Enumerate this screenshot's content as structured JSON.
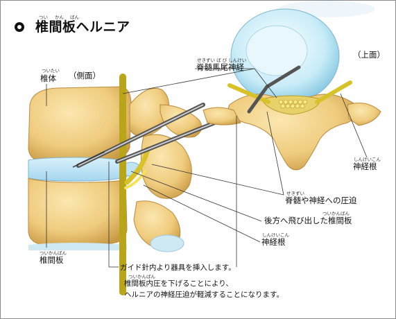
{
  "title": {
    "text": "椎間板ヘルニア",
    "ruby": [
      "つい",
      "かん",
      "ばん"
    ]
  },
  "labels": {
    "top_view": "（上面）",
    "side_view": "（側面）",
    "vertebral_body": {
      "text": "椎体",
      "ruby": "ついたい"
    },
    "cauda_equina": {
      "text": "脊髄馬尾神経",
      "ruby": "せきずい ば び しんけい"
    },
    "nerve_root_top": {
      "text": "神経根",
      "ruby": "しんけいこん"
    },
    "compression": {
      "text": "脊髄や神経への圧迫",
      "ruby": "せきずい"
    },
    "herniated_disc": {
      "text": "後方へ飛び出した椎間板",
      "ruby": "ついかんばん"
    },
    "nerve_root_side": {
      "text": "神経根",
      "ruby": "しんけいこん"
    },
    "disc": {
      "text": "椎間板",
      "ruby": "ついかんばん"
    }
  },
  "caption": {
    "line1": "ガイド針内より器具を挿入します。",
    "line2": "椎間板内圧を下げることにより、",
    "line2_ruby": "ついかんばん",
    "line3": "ヘルニアの神経圧迫が軽減することになります。"
  },
  "icons": {
    "bullet": "bullet-ring-icon"
  }
}
